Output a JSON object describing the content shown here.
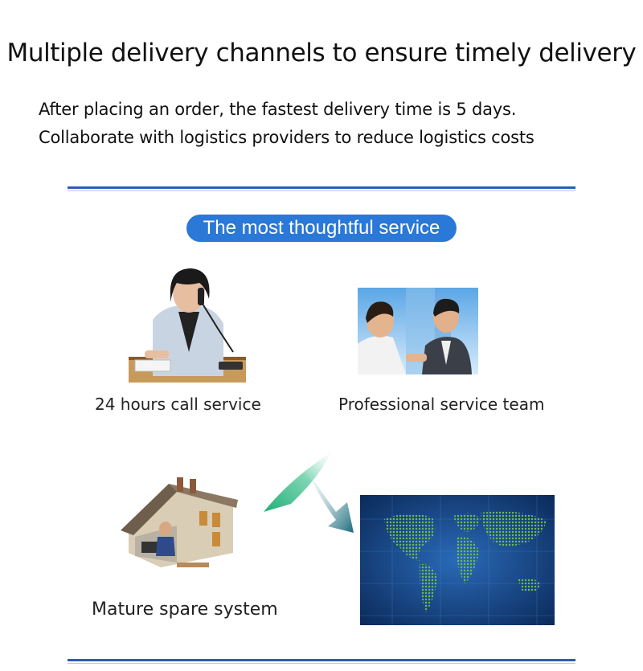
{
  "title": "Multiple delivery channels to ensure timely delivery",
  "lines": [
    "After placing an order, the fastest delivery time is 5 days.",
    "Collaborate with logistics providers to reduce logistics costs"
  ],
  "badge": "The most thoughtful service",
  "services": [
    {
      "label": "24 hours call service",
      "icon": "call-center-photo"
    },
    {
      "label": "Professional service team",
      "icon": "business-team-photo"
    },
    {
      "label": "Mature spare system",
      "icon": "house-office-photo"
    }
  ],
  "map_image": "world-map-photo",
  "colors": {
    "accent": "#2a78d8",
    "rule": "#2f5bb8",
    "arrow": "#2db884"
  }
}
